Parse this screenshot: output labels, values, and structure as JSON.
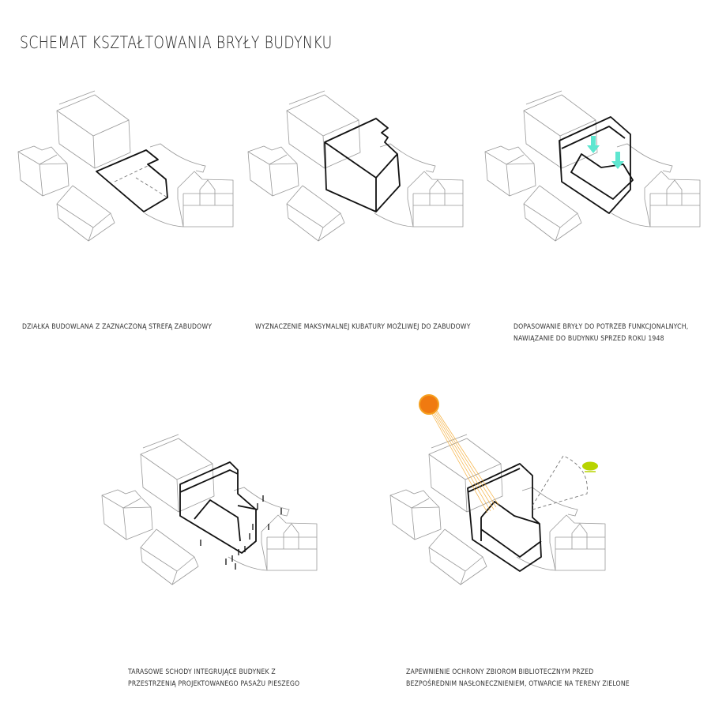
{
  "title": "SCHEMAT KSZTAŁTOWANIA BRYŁY BUDYNKU",
  "panels": [
    {
      "caption": [
        "DZIAŁKA BUDOWLANA Z ZAZNACZONĄ STREFĄ ZABUDOWY"
      ]
    },
    {
      "caption": [
        "WYZNACZENIE MAKSYMALNEJ KUBATURY MOŻLIWEJ DO ZABUDOWY"
      ]
    },
    {
      "caption": [
        "DOPASOWANIE BRYŁY DO POTRZEB FUNKCJONALNYCH,",
        "NAWIĄZANIE DO BUDYNKU SPRZED ROKU 1948"
      ]
    },
    {
      "caption": [
        "TARASOWE SCHODY INTEGRUJĄCE BUDYNEK Z",
        "PRZESTRZENIĄ PROJEKTOWANEGO PASAŻU PIESZEGO"
      ]
    },
    {
      "caption": [
        "ZAPEWNIENIE OCHRONY ZBIOROM BIBLIOTECZNYM PRZED",
        "BEZPOŚREDNIM NASŁONECZNIENIEM, OTWARCIE NA TERENY ZIELONE"
      ]
    }
  ],
  "colors": {
    "arrow": "#5ee6d0",
    "sun": "#f07a10",
    "rays": "#f5b040",
    "tree": "#b8d400"
  }
}
